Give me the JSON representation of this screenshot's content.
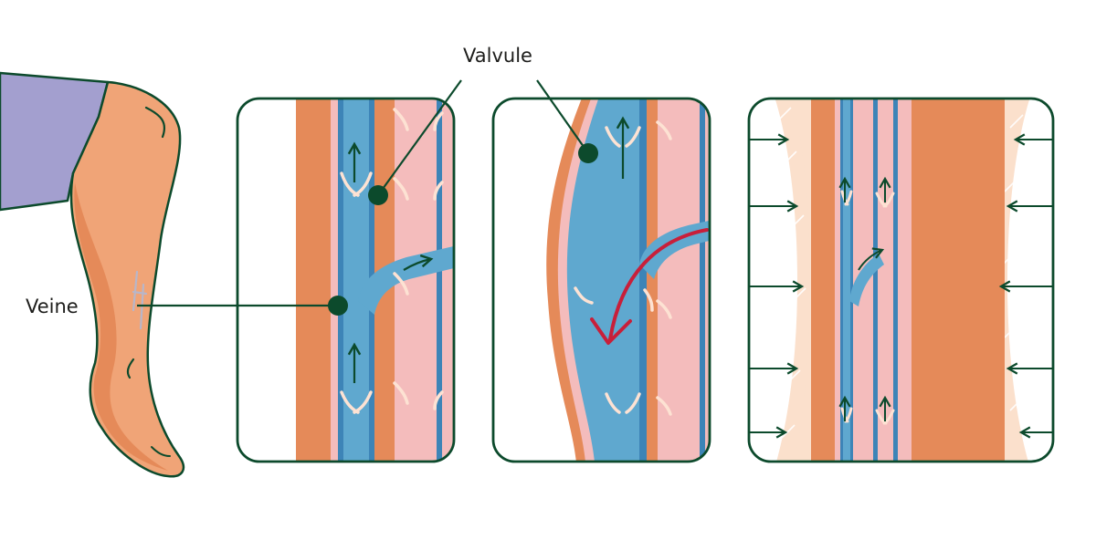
{
  "labels": {
    "valve": "Valvule",
    "vein": "Veine"
  },
  "colors": {
    "outline": "#0c4a2c",
    "skin": "#f0a477",
    "skin_shade": "#e58a59",
    "sleeve": "#a39fcf",
    "vein_blue": "#5fa8cf",
    "vein_dark": "#3d84b7",
    "muscle_orange": "#e58a59",
    "tissue_pink": "#f4bcbc",
    "tissue_light": "#fbe0cc",
    "reflux_red": "#c81f3a",
    "valve_cream": "#fde2d3"
  },
  "panels": [
    {
      "name": "normal-vein",
      "description_visible": false
    },
    {
      "name": "dilated-vein-reflux",
      "description_visible": false
    },
    {
      "name": "compressed-vein",
      "description_visible": false
    }
  ]
}
